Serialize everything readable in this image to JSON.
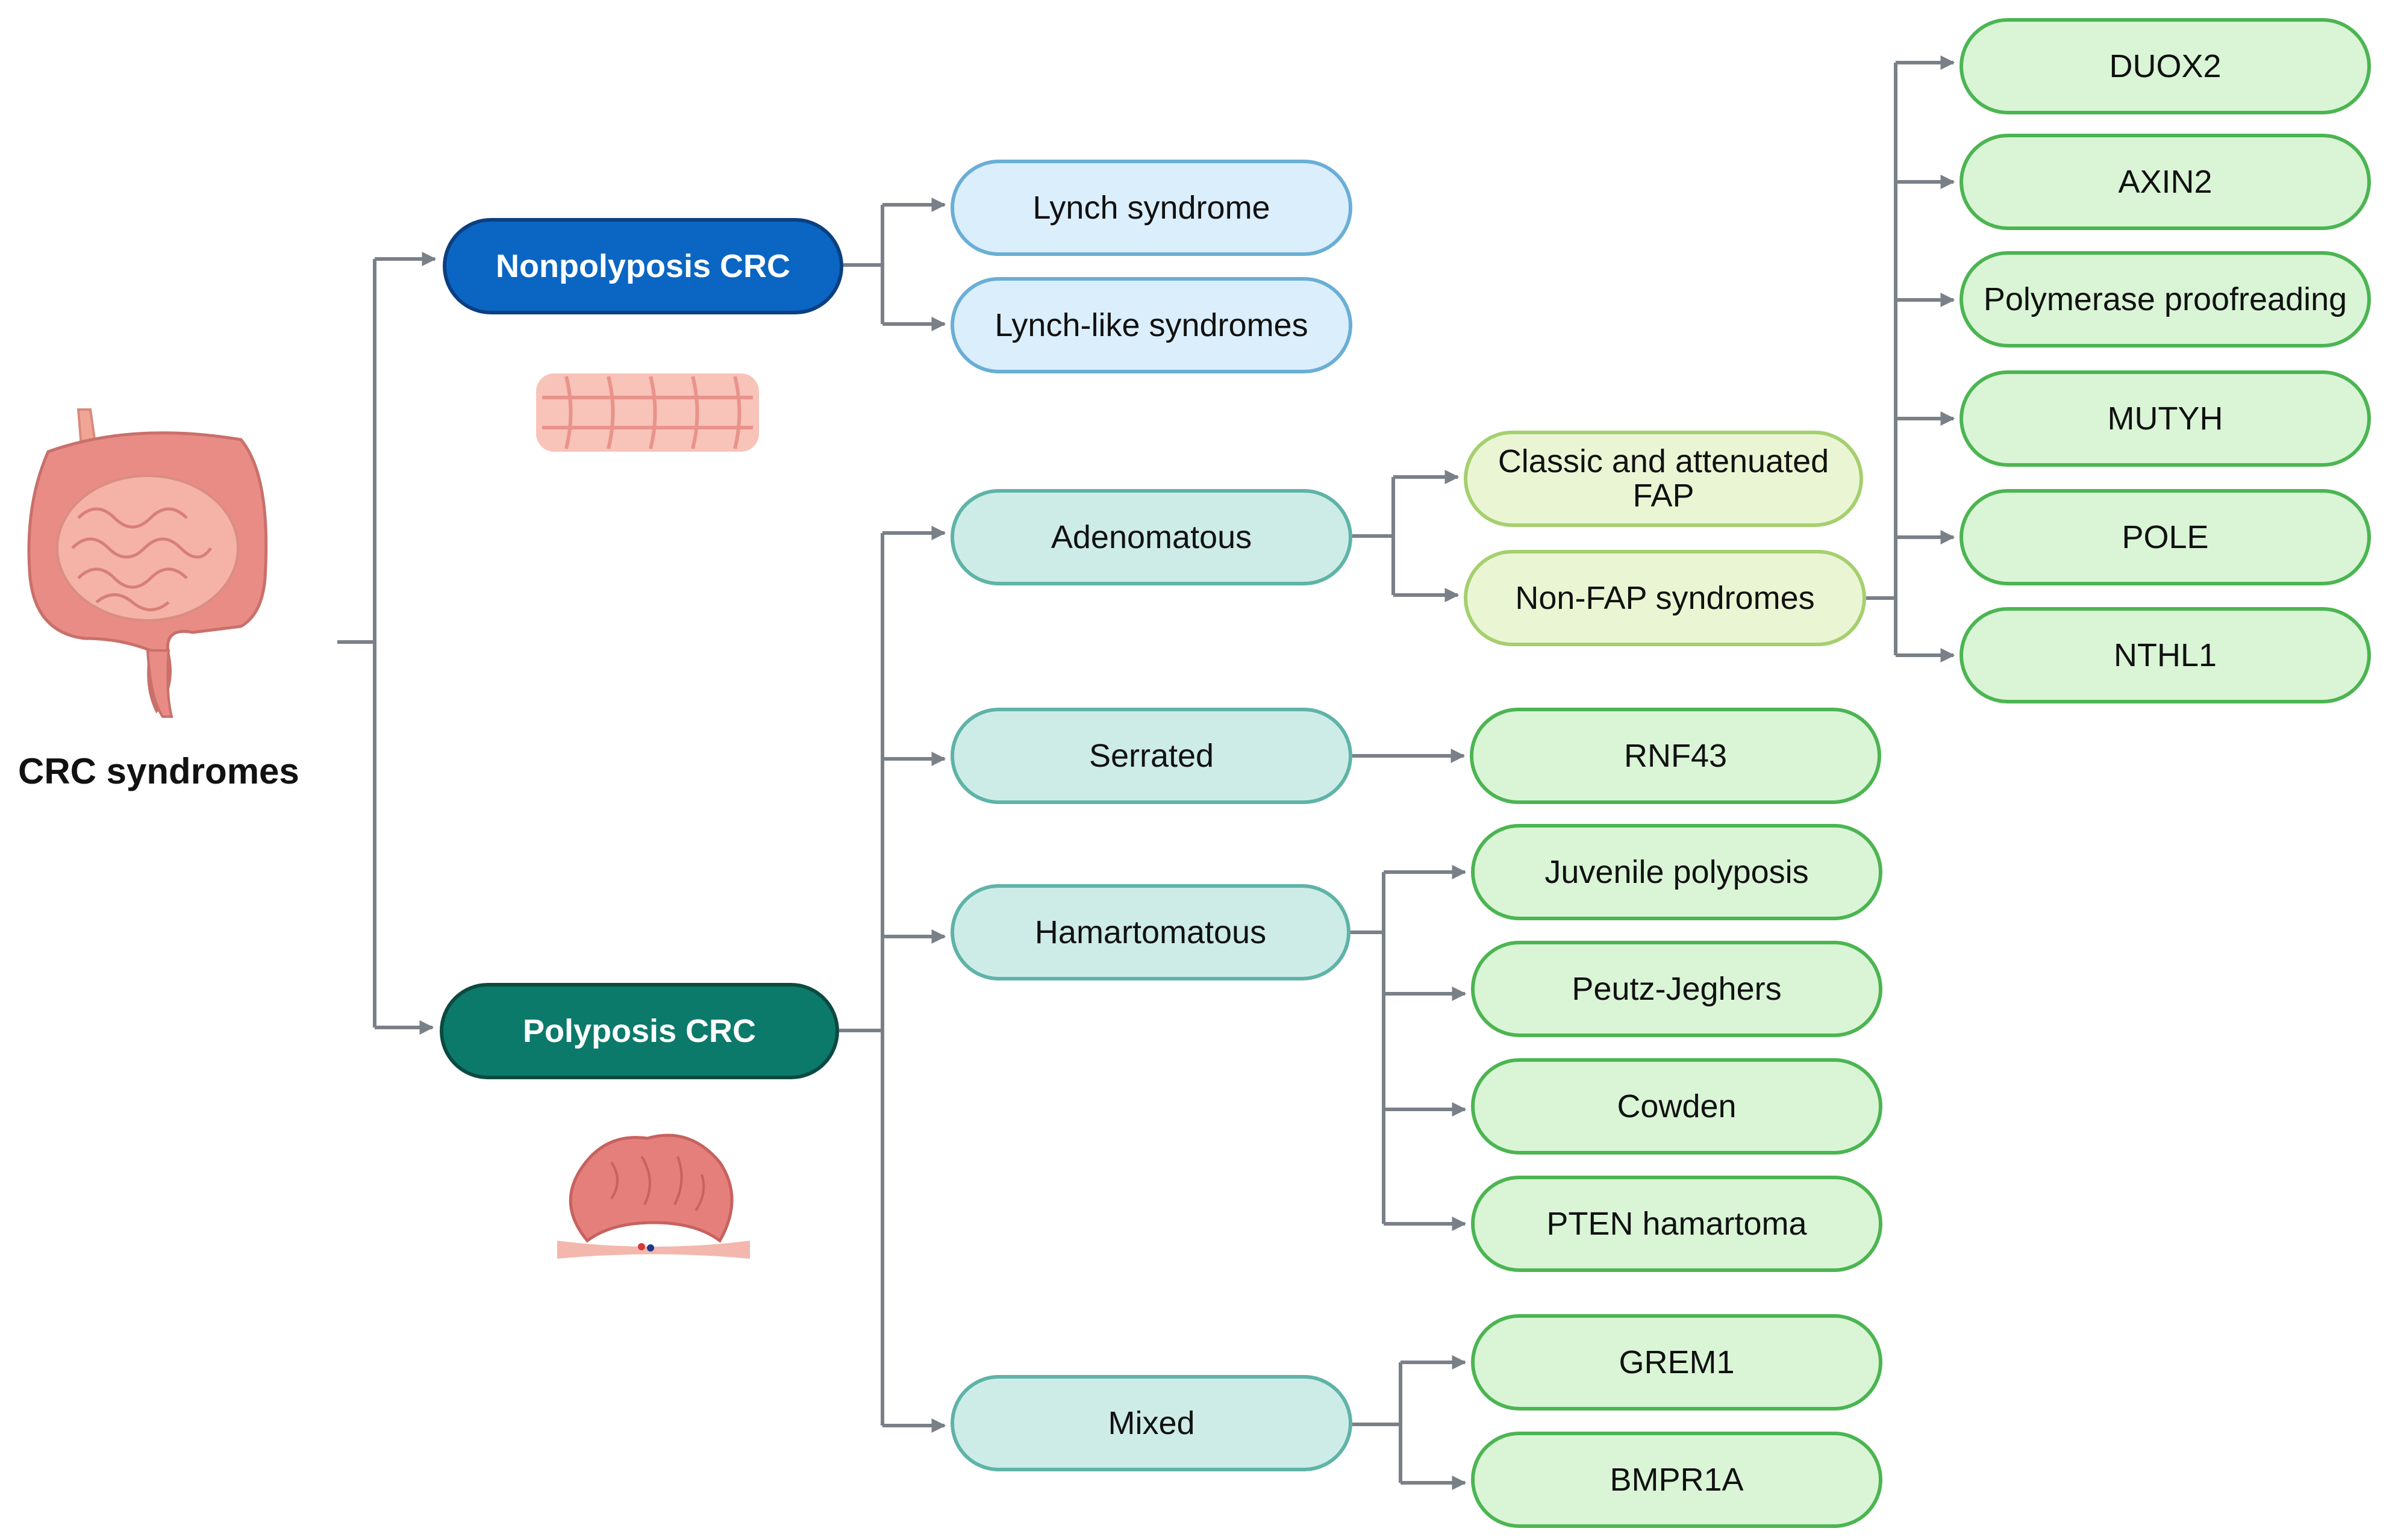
{
  "diagram": {
    "root_label": "CRC syndromes",
    "nodes": {
      "nonpolyposis": "Nonpolyposis CRC",
      "polyposis": "Polyposis CRC",
      "lynch": "Lynch syndrome",
      "lynch_like": "Lynch-like syndromes",
      "adenomatous": "Adenomatous",
      "serrated": "Serrated",
      "hamartomatous": "Hamartomatous",
      "mixed": "Mixed",
      "classic_fap": "Classic and attenuated FAP",
      "non_fap": "Non-FAP syndromes",
      "duox2": "DUOX2",
      "axin2": "AXIN2",
      "polymerase": "Polymerase proofreading",
      "mutyh": "MUTYH",
      "pole": "POLE",
      "nthl1": "NTHL1",
      "rnf43": "RNF43",
      "juvenile": "Juvenile polyposis",
      "peutz": "Peutz-Jeghers",
      "cowden": "Cowden",
      "pten": "PTEN hamartoma",
      "grem1": "GREM1",
      "bmpr1a": "BMPR1A"
    },
    "colors": {
      "connector": "#7a8088",
      "nonpolyposis_fill": "#0a66c2",
      "polyposis_fill": "#0c7a6b",
      "lynch_fill": "#dbeefb",
      "category_fill": "#cdece8",
      "fap_fill": "#eaf6d3",
      "gene_fill": "#d9f5d6"
    }
  }
}
